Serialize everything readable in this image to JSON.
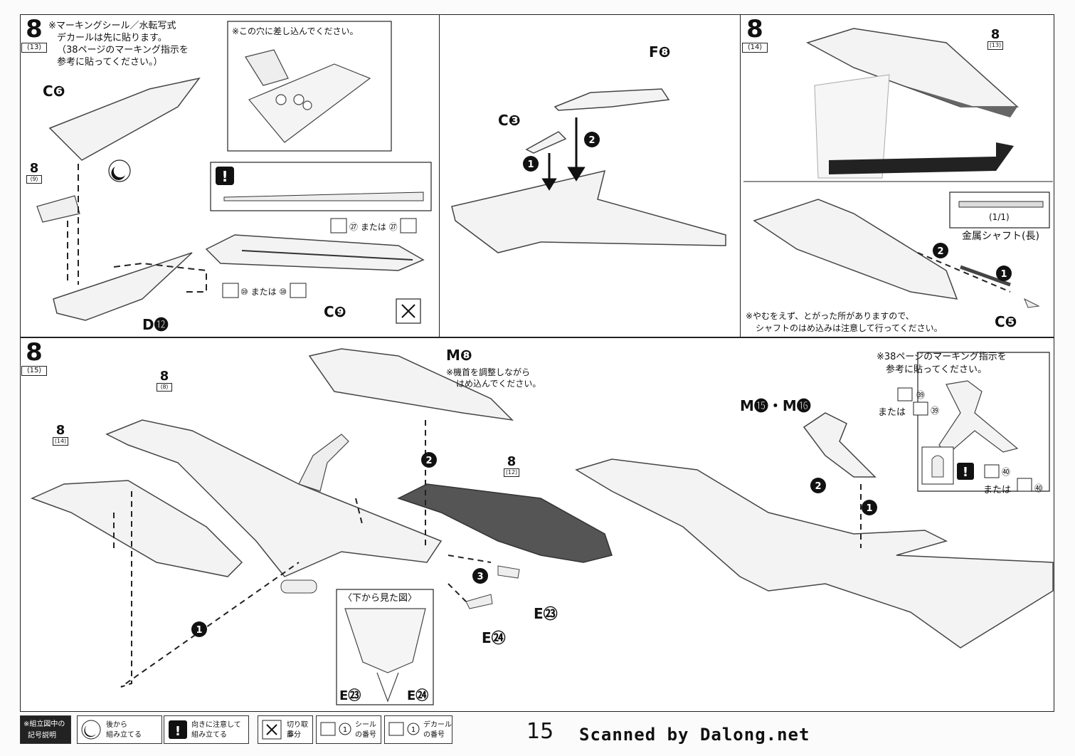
{
  "page_number": "15",
  "watermark": "Scanned by Dalong.net",
  "panel_13": {
    "step": "8",
    "sub": "⟨13⟩",
    "note_lines": [
      "※マーキングシール／水転写式",
      "デカールは先に貼ります。",
      "（38ページのマーキング指示を",
      "参考に貼ってください。）"
    ],
    "inset_note": "※この穴に差し込んでください。",
    "parts": {
      "c6": "C❻",
      "d12": "D⓬",
      "c9": "C❾"
    },
    "ref_step": {
      "n": "8",
      "sub": "⟨9⟩"
    },
    "sticker_67": "㉗ または ㉗",
    "sticker_10": "⑩ または ⑩"
  },
  "panel_13b": {
    "parts": {
      "f8": "F❽",
      "c3": "C❸"
    }
  },
  "panel_14": {
    "step": "8",
    "sub": "⟨14⟩",
    "ref_step": {
      "n": "8",
      "sub": "⟨13⟩"
    },
    "scale": "(1/1)",
    "shaft": "金属シャフト(長)",
    "part_c5": "C❺",
    "caution_lines": [
      "※やむをえず、とがった所がありますので、",
      "シャフトのはめ込みは注意して行ってください。"
    ]
  },
  "panel_15": {
    "step": "8",
    "sub": "⟨15⟩",
    "ref_8": {
      "n": "8",
      "sub": "⟨8⟩"
    },
    "ref_14": {
      "n": "8",
      "sub": "⟨14⟩"
    },
    "ref_12": {
      "n": "8",
      "sub": "⟨12⟩"
    },
    "part_m8": "M❽",
    "m8_note_lines": [
      "※機首を調整しながら",
      "はめ込んでください。"
    ],
    "part_e23": "E㉓",
    "part_e24": "E㉔",
    "bottom_view": "〈下から見た図〉",
    "parts_m15_16": "M⓯・M⓰",
    "marking_note_lines": [
      "※38ページのマーキング指示を",
      "参考に貼ってください。"
    ],
    "sticker_39": "㊴",
    "sticker_39b": "または",
    "sticker_40": "㊵",
    "sticker_40b": "または"
  },
  "legend": {
    "title_lines": [
      "※組立図中の",
      "記号説明"
    ],
    "items": [
      {
        "lines": [
          "後から",
          "組み立てる"
        ]
      },
      {
        "lines": [
          "向きに注意して",
          "組み立てる"
        ]
      },
      {
        "lines": [
          "切り取る",
          "部分"
        ]
      },
      {
        "lines": [
          "シール",
          "の番号"
        ]
      },
      {
        "lines": [
          "デカール",
          "の番号"
        ]
      }
    ]
  }
}
